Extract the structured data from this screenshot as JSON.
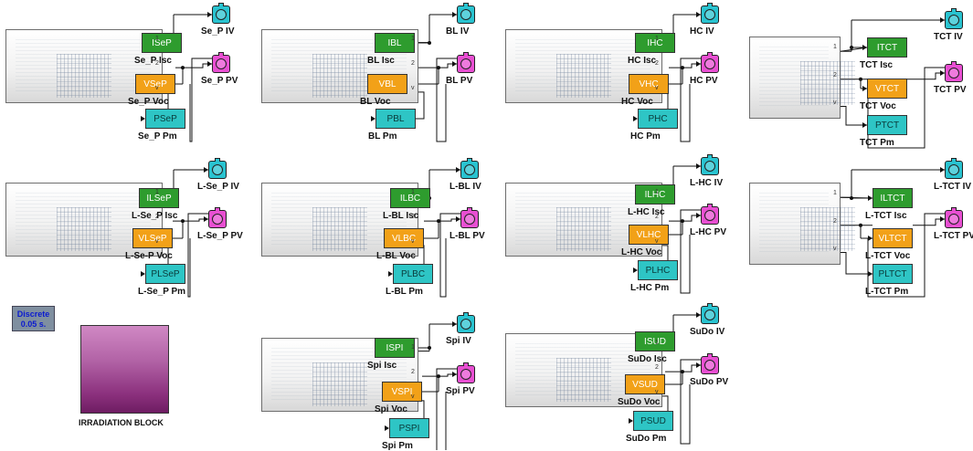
{
  "solver": {
    "line1": "Discrete",
    "line2": "0.05 s."
  },
  "irradiation_label": "IRRADIATION BLOCK",
  "colors": {
    "isc_block": "#2e9c2e",
    "voc_block": "#f2a118",
    "pm_block": "#2ec5c5",
    "iv_scope": "#29c3d0",
    "pv_scope": "#e84fd2"
  },
  "groups": [
    {
      "gain_i": "ISeP",
      "label_i": "Se_P Isc",
      "gain_v": "VSeP",
      "label_v": "Se_P Voc",
      "gain_p": "PSeP",
      "label_p": "Se_P Pm",
      "scope_iv": "Se_P IV",
      "scope_pv": "Se_P PV"
    },
    {
      "gain_i": "IBL",
      "label_i": "BL Isc",
      "gain_v": "VBL",
      "label_v": "BL Voc",
      "gain_p": "PBL",
      "label_p": "BL Pm",
      "scope_iv": "BL IV",
      "scope_pv": "BL PV"
    },
    {
      "gain_i": "IHC",
      "label_i": "HC Isc",
      "gain_v": "VHC",
      "label_v": "HC Voc",
      "gain_p": "PHC",
      "label_p": "HC Pm",
      "scope_iv": "HC IV",
      "scope_pv": "HC PV"
    },
    {
      "gain_i": "ITCT",
      "label_i": "TCT Isc",
      "gain_v": "VTCT",
      "label_v": "TCT Voc",
      "gain_p": "PTCT",
      "label_p": "TCT Pm",
      "scope_iv": "TCT IV",
      "scope_pv": "TCT PV"
    },
    {
      "gain_i": "ILSeP",
      "label_i": "L-Se_P Isc",
      "gain_v": "VLSeP",
      "label_v": "L-Se-P Voc",
      "gain_p": "PLSeP",
      "label_p": "L-Se_P Pm",
      "scope_iv": "L-Se_P IV",
      "scope_pv": "L-Se_P PV"
    },
    {
      "gain_i": "ILBC",
      "label_i": "L-BL Isc",
      "gain_v": "VLBC",
      "label_v": "L-BL Voc",
      "gain_p": "PLBC",
      "label_p": "L-BL Pm",
      "scope_iv": "L-BL IV",
      "scope_pv": "L-BL PV"
    },
    {
      "gain_i": "ILHC",
      "label_i": "L-HC Isc",
      "gain_v": "VLHC",
      "label_v": "L-HC Voc",
      "gain_p": "PLHC",
      "label_p": "L-HC Pm",
      "scope_iv": "L-HC IV",
      "scope_pv": "L-HC PV"
    },
    {
      "gain_i": "ILTCT",
      "label_i": "L-TCT Isc",
      "gain_v": "VLTCT",
      "label_v": "L-TCT Voc",
      "gain_p": "PLTCT",
      "label_p": "L-TCT Pm",
      "scope_iv": "L-TCT IV",
      "scope_pv": "L-TCT PV"
    },
    {
      "gain_i": "ISPI",
      "label_i": "Spi Isc",
      "gain_v": "VSPI",
      "label_v": "Spi Voc",
      "gain_p": "PSPI",
      "label_p": "Spi Pm",
      "scope_iv": "Spi IV",
      "scope_pv": "Spi PV"
    },
    {
      "gain_i": "ISUD",
      "label_i": "SuDo Isc",
      "gain_v": "VSUD",
      "label_v": "SuDo Voc",
      "gain_p": "PSUD",
      "label_p": "SuDo Pm",
      "scope_iv": "SuDo IV",
      "scope_pv": "SuDo PV"
    }
  ]
}
